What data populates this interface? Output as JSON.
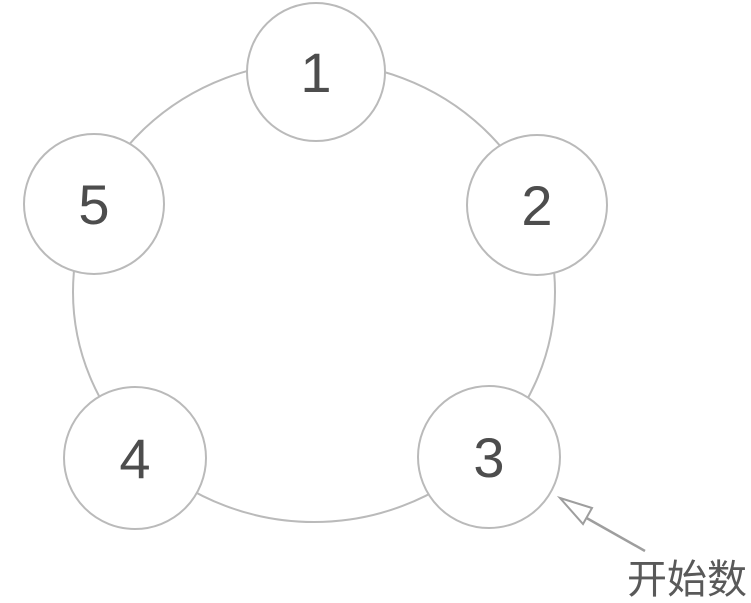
{
  "diagram": {
    "nodes": [
      {
        "label": "1"
      },
      {
        "label": "2"
      },
      {
        "label": "3"
      },
      {
        "label": "4"
      },
      {
        "label": "5"
      }
    ],
    "annotation": {
      "label": "开始数",
      "points_to_node": "3"
    },
    "colors": {
      "background": "#ffffff",
      "node_fill": "#ffffff",
      "node_border": "#bababa",
      "ring": "#bababa",
      "number_text": "#4d4d4d",
      "arrow": "#9e9e9e",
      "annotation_text": "#595959"
    }
  }
}
